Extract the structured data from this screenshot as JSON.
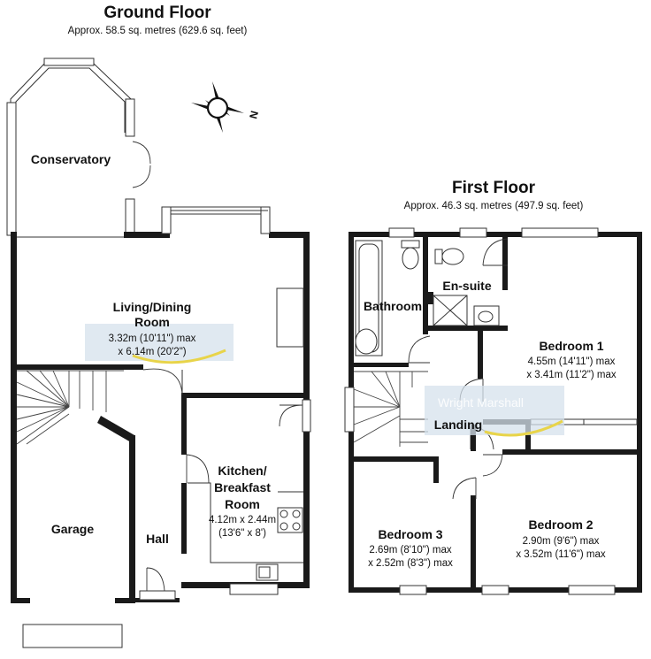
{
  "ground_floor": {
    "title": "Ground Floor",
    "area": "Approx. 58.5 sq. metres (629.6 sq. feet)",
    "rooms": {
      "conservatory": {
        "name": "Conservatory"
      },
      "living": {
        "name_line1": "Living/Dining",
        "name_line2": "Room",
        "dim_line1": "3.32m (10'11\") max",
        "dim_line2": "x 6.14m (20'2\")"
      },
      "kitchen": {
        "name_line1": "Kitchen/",
        "name_line2": "Breakfast",
        "name_line3": "Room",
        "dim_line1": "4.12m x 2.44m",
        "dim_line2": "(13'6\" x 8')"
      },
      "garage": {
        "name": "Garage"
      },
      "hall": {
        "name": "Hall"
      }
    }
  },
  "first_floor": {
    "title": "First Floor",
    "area": "Approx. 46.3 sq. metres (497.9 sq. feet)",
    "rooms": {
      "bathroom": {
        "name": "Bathroom"
      },
      "ensuite": {
        "name": "En-suite"
      },
      "bedroom1": {
        "name": "Bedroom 1",
        "dim_line1": "4.55m (14'11\") max",
        "dim_line2": "x 3.41m (11'2\") max"
      },
      "landing": {
        "name": "Landing"
      },
      "bedroom2": {
        "name": "Bedroom 2",
        "dim_line1": "2.90m (9'6\") max",
        "dim_line2": "x 3.52m (11'6\") max"
      },
      "bedroom3": {
        "name": "Bedroom 3",
        "dim_line1": "2.69m (8'10\") max",
        "dim_line2": "x 2.52m (8'3\") max"
      }
    }
  },
  "compass": {
    "label": "N"
  },
  "watermark": {
    "text": "Wright Marshall"
  },
  "colors": {
    "wall": "#1a1a1a",
    "watermark_box": "#d6e2ec",
    "watermark_swoosh": "#e8d44a"
  }
}
